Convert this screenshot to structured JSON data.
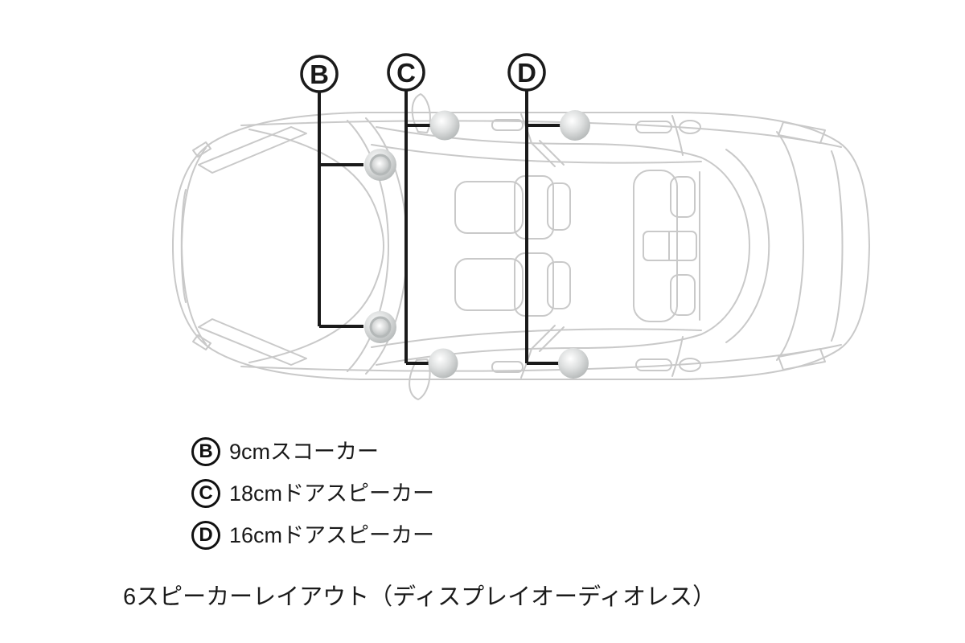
{
  "diagram": {
    "markers": [
      {
        "letter": "B"
      },
      {
        "letter": "C"
      },
      {
        "letter": "D"
      }
    ]
  },
  "legend": {
    "items": [
      {
        "letter": "B",
        "label": "9cmスコーカー"
      },
      {
        "letter": "C",
        "label": "18cmドアスピーカー"
      },
      {
        "letter": "D",
        "label": "16cmドアスピーカー"
      }
    ]
  },
  "caption": "6スピーカーレイアウト（ディスプレイオーディオレス）",
  "colors": {
    "line_black": "#1a1a1a",
    "car_line": "#c9c9c9",
    "speaker_gray": "#aeb2b2",
    "background": "#ffffff"
  }
}
